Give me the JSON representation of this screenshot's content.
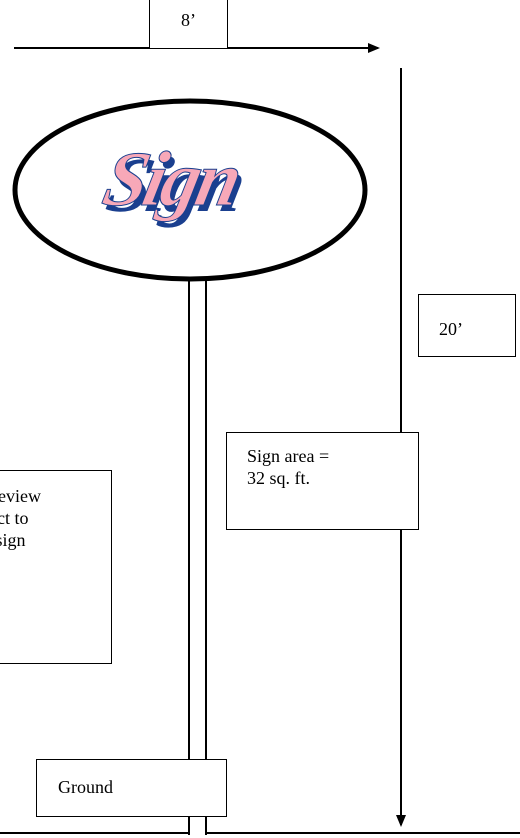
{
  "dimensions": {
    "width_label": "8’",
    "height_label": "20’"
  },
  "notes": {
    "sign_area": "Sign area =\n32 sq. ft.",
    "review_fragment": " Review\nrict to\nl sign"
  },
  "labels": {
    "ground": "Ground",
    "sign_logo": "Sign"
  },
  "colors": {
    "logo_face": "#f7a8b8",
    "logo_shadow": "#1a3f8f",
    "line": "#000000"
  }
}
